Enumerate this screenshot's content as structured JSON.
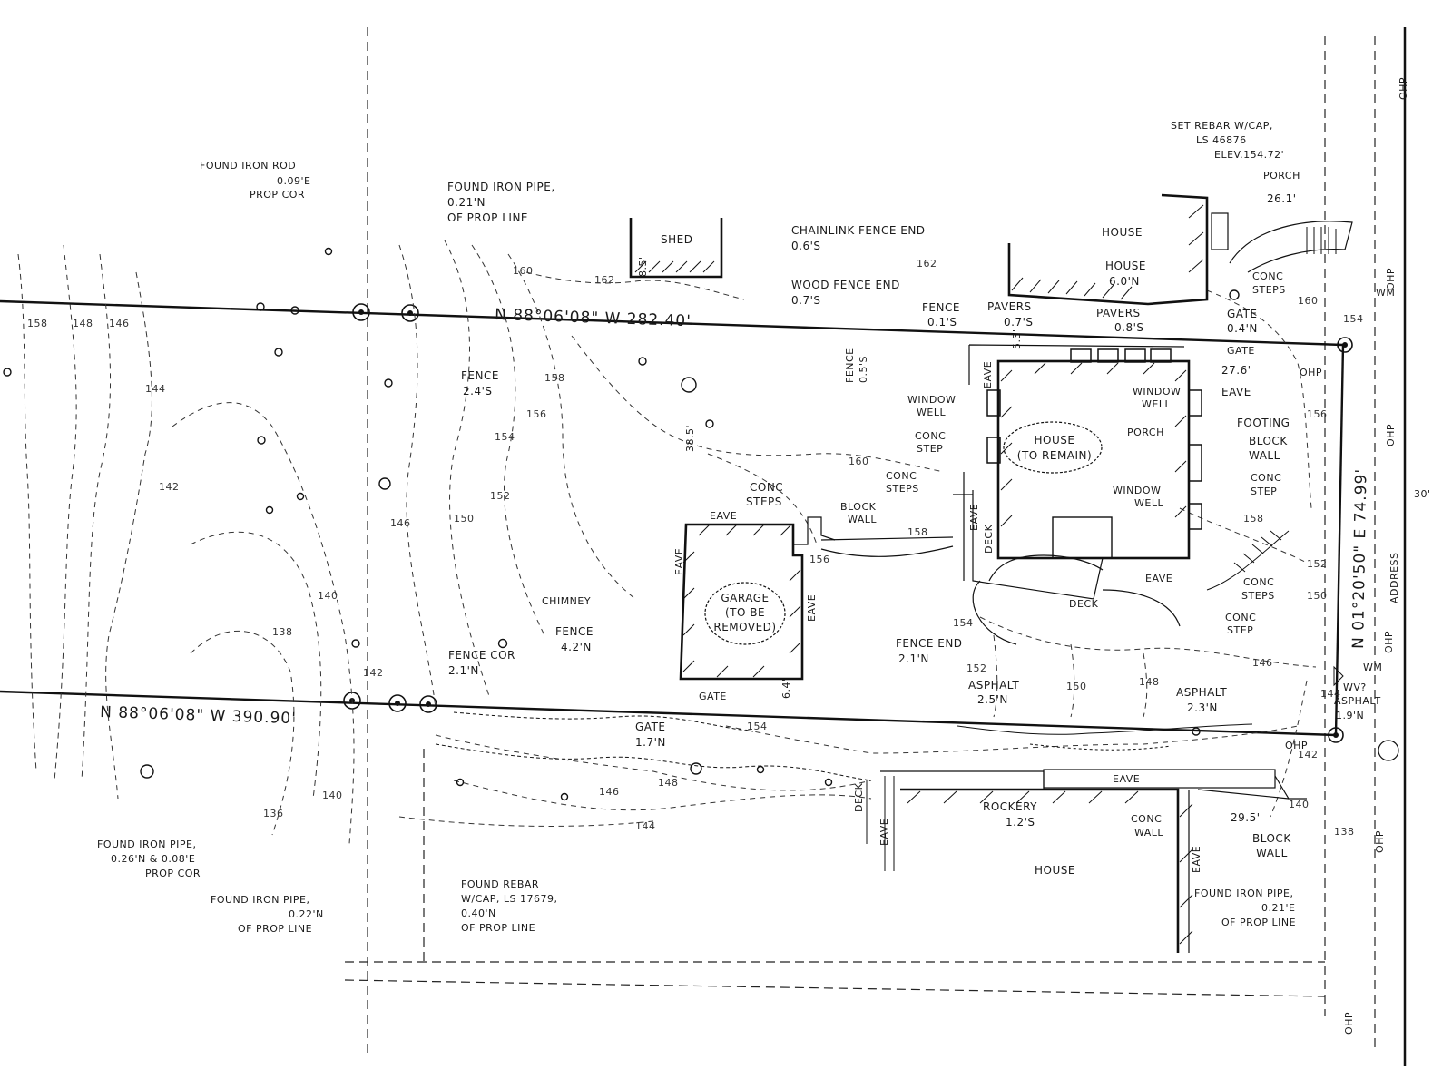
{
  "labels": {
    "found_iron_rod": [
      "FOUND IRON ROD",
      "0.09'E",
      "PROP COR"
    ],
    "found_iron_pipe_top": [
      "FOUND IRON PIPE,",
      "0.21'N",
      "OF PROP LINE"
    ],
    "shed": "SHED",
    "chainlink_fence_end": [
      "CHAINLINK FENCE END",
      "0.6'S"
    ],
    "wood_fence_end": [
      "WOOD FENCE END",
      "0.7'S"
    ],
    "set_rebar": [
      "SET REBAR W/CAP,",
      "LS 46876",
      "ELEV.154.72'"
    ],
    "porch_top": "PORCH",
    "dim_26_1": "26.1'",
    "house_top": "HOUSE",
    "house_6n": [
      "HOUSE",
      "6.0'N"
    ],
    "conc_steps_tr": [
      "CONC",
      "STEPS"
    ],
    "fence_01s": [
      "FENCE",
      "0.1'S"
    ],
    "pavers_07s": [
      "PAVERS",
      "0.7'S"
    ],
    "pavers_08s": [
      "PAVERS",
      "0.8'S"
    ],
    "gate_04n": [
      "GATE",
      "0.4'N"
    ],
    "gate_right": "GATE",
    "bearing_top": "N 88°06'08\" W  282.40'",
    "fence_24s": [
      "FENCE",
      "2.4'S"
    ],
    "fence_05s": [
      "FENCE",
      "0.5'S"
    ],
    "dim_38_5": "38.5'",
    "dim_8_5": "8.5'",
    "dim_5_3": "5.3'",
    "eave_house_left": "EAVE",
    "window_well_1": [
      "WINDOW",
      "WELL"
    ],
    "window_well_2": [
      "WINDOW",
      "WELL"
    ],
    "window_well_3": [
      "WINDOW",
      "WELL"
    ],
    "porch_mid": "PORCH",
    "house_remain": [
      "HOUSE",
      "(TO REMAIN)"
    ],
    "dim_27_6": "27.6'",
    "eave_right": "EAVE",
    "footing": "FOOTING",
    "block_wall_right": [
      "BLOCK",
      "WALL"
    ],
    "conc_step_right": [
      "CONC",
      "STEP"
    ],
    "conc_step_mid": [
      "CONC",
      "STEP"
    ],
    "conc_steps_mid": [
      "CONC",
      "STEPS"
    ],
    "conc_steps_left": [
      "CONC",
      "STEPS"
    ],
    "block_wall_mid": [
      "BLOCK",
      "WALL"
    ],
    "deck_vertical": "DECK",
    "eave_deck": "EAVE",
    "deck_house": "DECK",
    "eave_south_house": "EAVE",
    "bearing_right": "N 01°20'50\" E  74.99'",
    "address": "ADDRESS",
    "conc_steps_right2": [
      "CONC",
      "STEPS"
    ],
    "conc_step_right2": [
      "CONC",
      "STEP"
    ],
    "garage": [
      "GARAGE",
      "(TO BE",
      "REMOVED)"
    ],
    "eave_garage_top": "EAVE",
    "eave_garage_left": "EAVE",
    "eave_garage_right": "EAVE",
    "chimney": "CHIMNEY",
    "fence_42n": [
      "FENCE",
      "4.2'N"
    ],
    "fence_cor": [
      "FENCE COR",
      "2.1'N"
    ],
    "fence_end_21n": [
      "FENCE END",
      "2.1'N"
    ],
    "asphalt_25n": [
      "ASPHALT",
      "2.5'N"
    ],
    "asphalt_23n": [
      "ASPHALT",
      "2.3'N"
    ],
    "asphalt_19n": [
      "ASPHALT",
      "1.9'N"
    ],
    "wm_1": "WM",
    "wm_2": "WM",
    "wv": "WV?",
    "gate_mid": "GATE",
    "dim_6_4": "6.4'",
    "bearing_bottom": "N 88°06'08\" W  390.90'",
    "gate_17n": [
      "GATE",
      "1.7'N"
    ],
    "eave_south": "EAVE",
    "deck_south": "DECK",
    "eave_south_left": "EAVE",
    "eave_south_right": "EAVE",
    "rockery": [
      "ROCKERY",
      "1.2'S"
    ],
    "conc_wall": [
      "CONC",
      "WALL"
    ],
    "dim_29_5": "29.5'",
    "block_wall_se": [
      "BLOCK",
      "WALL"
    ],
    "house_south": "HOUSE",
    "found_iron_pipe_bl1": [
      "FOUND IRON PIPE,",
      "0.26'N & 0.08'E",
      "PROP COR"
    ],
    "found_iron_pipe_bl2": [
      "FOUND IRON PIPE,",
      "0.22'N",
      "OF PROP LINE"
    ],
    "found_rebar": [
      "FOUND REBAR",
      "W/CAP, LS 17679,",
      "0.40'N",
      "OF PROP LINE"
    ],
    "found_iron_pipe_br": [
      "FOUND IRON PIPE,",
      "0.21'E",
      "OF PROP LINE"
    ],
    "dim_30": "30'",
    "ohp": "OHP"
  },
  "contours": [
    "160",
    "162",
    "158",
    "156",
    "154",
    "152",
    "150",
    "148",
    "146",
    "144",
    "142",
    "140",
    "138",
    "136"
  ]
}
